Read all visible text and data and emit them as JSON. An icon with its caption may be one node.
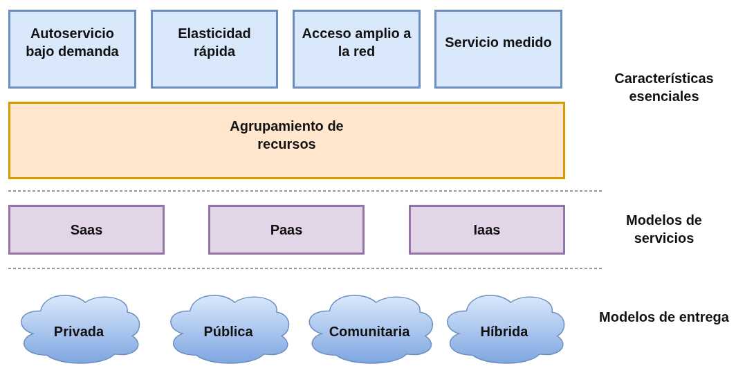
{
  "diagram": {
    "nodes": [
      {
        "text": [
          "Autoservicio bajo demanda"
        ]
      },
      {
        "text": [
          "Elasticidad rápida"
        ]
      },
      {
        "text": [
          "Acceso amplio a la red"
        ]
      },
      {
        "text": [
          "Servicio medido"
        ]
      },
      {
        "text": [
          "Agrupamiento de recursos"
        ]
      },
      {
        "text": [
          "Saas"
        ]
      },
      {
        "text": [
          "Paas"
        ]
      },
      {
        "text": [
          "Iaas"
        ]
      },
      {
        "text": [
          "Privada"
        ]
      },
      {
        "text": [
          "Pública"
        ]
      },
      {
        "text": [
          "Comunitaria"
        ]
      },
      {
        "text": [
          "Híbrida"
        ]
      }
    ],
    "labels": [
      "Características esenciales",
      "Modelos de servicios",
      "Modelos de entrega"
    ]
  }
}
